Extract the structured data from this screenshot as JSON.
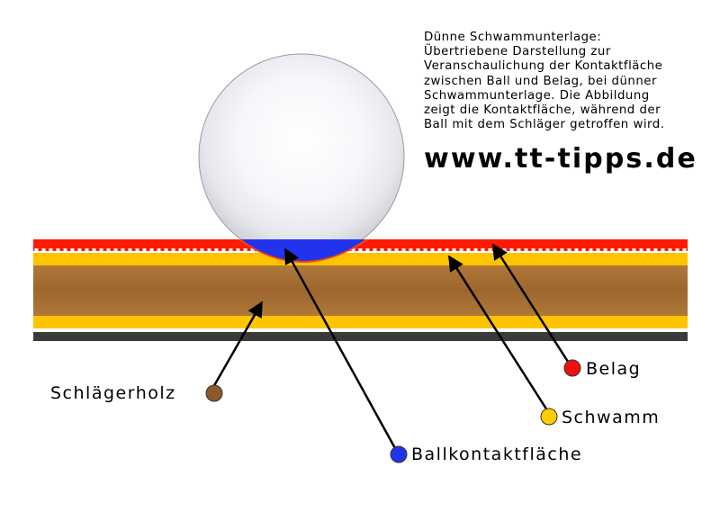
{
  "description": {
    "lines": [
      "Dünne Schwammunterlage:",
      "Übertriebene Darstellung zur",
      "Veranschaulichung der Kontaktfläche",
      "zwischen Ball und Belag, bei dünner",
      "Schwammunterlage. Die Abbildung",
      "zeigt die Kontaktfläche, während der",
      "Ball mit dem Schläger getroffen wird."
    ]
  },
  "website": "www.tt-tipps.de",
  "labels": {
    "schlaegerholz": {
      "text": "Schlägerholz",
      "color": "#8b5a2b"
    },
    "ballkontaktflaeche": {
      "text": "Ballkontaktfläche",
      "color": "#2233ee"
    },
    "schwamm": {
      "text": "Schwamm",
      "color": "#ffcc00"
    },
    "belag": {
      "text": "Belag",
      "color": "#ee1111"
    }
  },
  "colors": {
    "belag": "#ff1a00",
    "schwamm": "#ffc400",
    "holz": "#a06a30",
    "rueckseite": "#3a3a3a",
    "ball": "#e4e6ec",
    "kontakt": "#2233ee"
  }
}
